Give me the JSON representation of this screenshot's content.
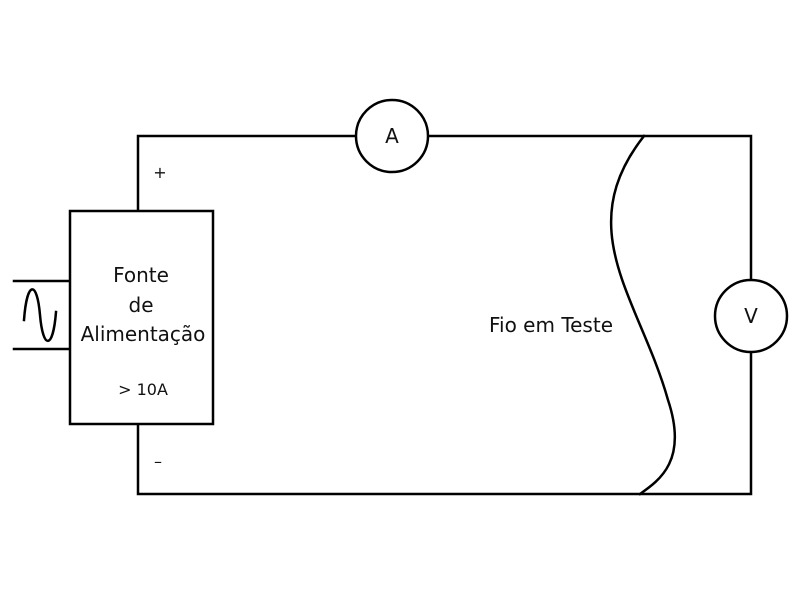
{
  "colors": {
    "stroke": "#000000",
    "text": "#111111"
  },
  "power_supply": {
    "line1": "Fonte",
    "line2": "de",
    "line3": "Alimentação",
    "rating": "> 10A",
    "positive": "+",
    "negative": "–"
  },
  "ac_source": {
    "icon": "sine-wave-icon"
  },
  "ammeter": {
    "label": "A"
  },
  "voltmeter": {
    "label": "V"
  },
  "wire_under_test": {
    "label": "Fio em Teste"
  }
}
